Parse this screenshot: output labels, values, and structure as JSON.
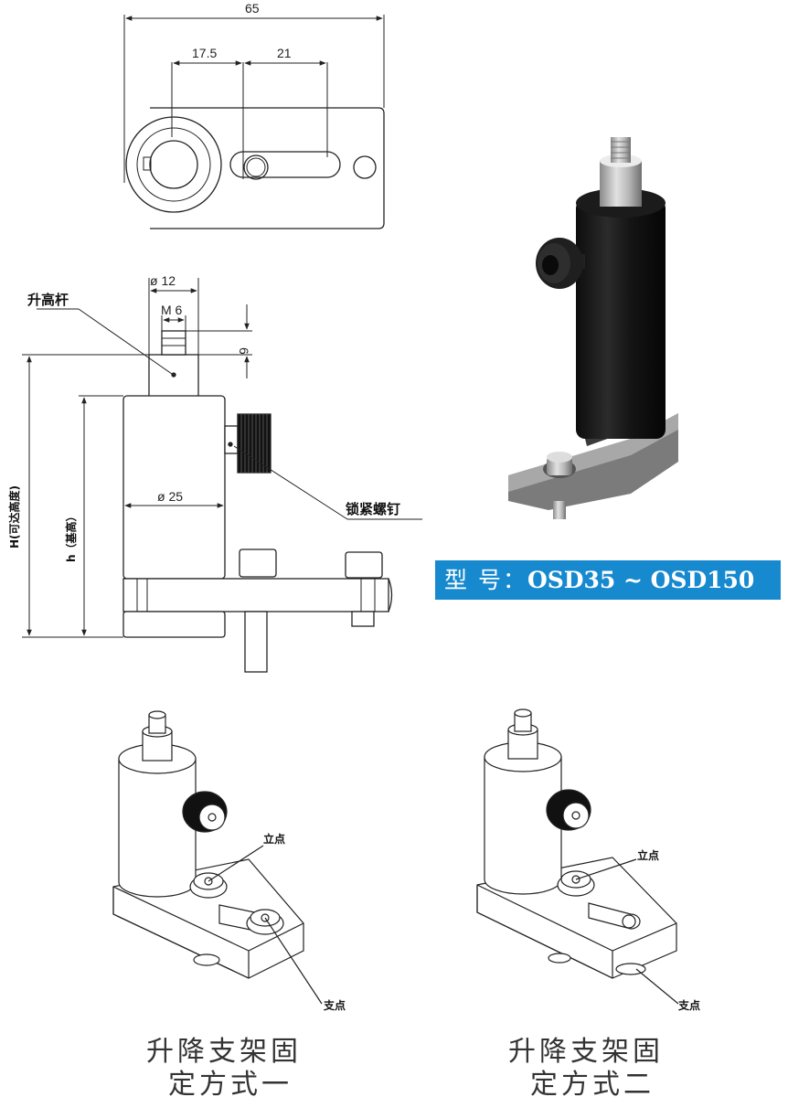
{
  "top_view": {
    "dim_overall": "65",
    "dim_a": "17.5",
    "dim_b": "21"
  },
  "side_view": {
    "dim_rod_dia": "ø 12",
    "dim_thread": "M 6",
    "dim_thread_len": "6",
    "dim_body_dia": "ø 25",
    "label_rod": "升高杆",
    "label_screw": "锁紧螺钉",
    "label_H": "H(可达高度)",
    "label_h": "h（基高）"
  },
  "model": {
    "prefix": "型 号：",
    "range": "OSD35 ~ OSD150"
  },
  "method_one": {
    "stand_point": "立点",
    "support_point": "支点",
    "caption_line1": "升降支架固",
    "caption_line2": "定方式一"
  },
  "method_two": {
    "stand_point": "立点",
    "support_point": "支点",
    "caption_line1": "升降支架固",
    "caption_line2": "定方式二"
  },
  "colors": {
    "banner": "#1789cf",
    "banner_text": "#ffffff",
    "line": "#222222"
  }
}
